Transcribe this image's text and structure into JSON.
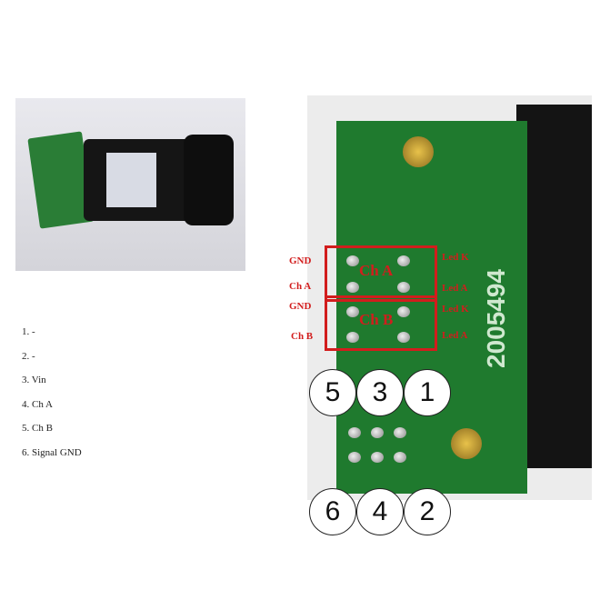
{
  "pin_list": [
    "1. -",
    "2. -",
    "3. Vin",
    "4. Ch A",
    "5. Ch B",
    "6. Signal GND"
  ],
  "board_marking": "2005494",
  "left_labels": [
    "GND",
    "Ch A",
    "GND",
    "Ch B"
  ],
  "right_labels": [
    "Led K",
    "Led A",
    "Led K",
    "Led A"
  ],
  "box_labels": [
    "Ch A",
    "Ch B"
  ],
  "pin_circles_top": [
    "5",
    "3",
    "1"
  ],
  "pin_circles_bottom": [
    "6",
    "4",
    "2"
  ],
  "colors": {
    "annotation": "#d21d1d",
    "pcb": "#1f7a2e"
  }
}
